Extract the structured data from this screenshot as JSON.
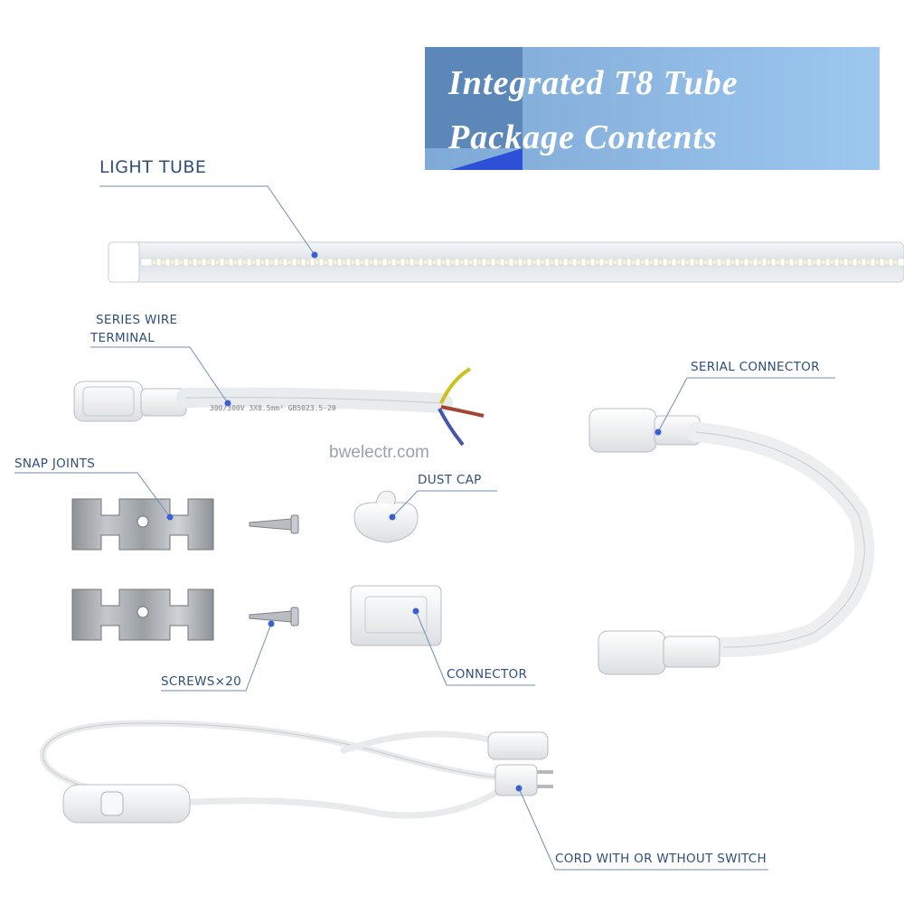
{
  "banner": {
    "line1": "Integrated T8 Tube",
    "line2": "Package  Contents"
  },
  "labels": {
    "light_tube": "LIGHT TUBE",
    "series_wire_terminal_1": "SERIES WIRE",
    "series_wire_terminal_2": "TERMINAL",
    "serial_connector": "SERIAL CONNECTOR",
    "snap_joints": "SNAP JOINTS",
    "dust_cap": "DUST CAP",
    "screws": "SCREWS×20",
    "connector": "CONNECTOR",
    "cord": "CORD WITH OR WTHOUT SWITCH"
  },
  "watermark": "bwelectr.com",
  "colors": {
    "banner_dark": "#4f7fb6",
    "banner_light": "#8cbbe6",
    "banner_accent": "#2e50d6",
    "label_text": "#2f4f7a",
    "leader_line": "#6e8fb5",
    "leader_dot": "#3b5fd6"
  }
}
